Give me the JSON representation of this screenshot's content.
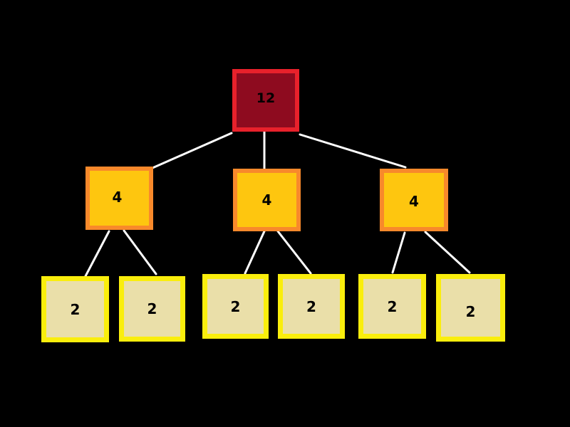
{
  "diagram": {
    "type": "tree",
    "description": "Three-level recursion tree on black background: root 12 splits into three 4s, each 4 splits into two 2s",
    "tree": {
      "root": {
        "value": "12"
      },
      "branches": [
        {
          "value": "4"
        },
        {
          "value": "4"
        },
        {
          "value": "4"
        }
      ],
      "leaves": [
        {
          "value": "2"
        },
        {
          "value": "2"
        },
        {
          "value": "2"
        },
        {
          "value": "2"
        },
        {
          "value": "2"
        },
        {
          "value": "2"
        }
      ],
      "edges": [
        {
          "from": "root",
          "to": "branch-0"
        },
        {
          "from": "root",
          "to": "branch-1"
        },
        {
          "from": "root",
          "to": "branch-2"
        },
        {
          "from": "branch-0",
          "to": "leaf-0"
        },
        {
          "from": "branch-0",
          "to": "leaf-1"
        },
        {
          "from": "branch-1",
          "to": "leaf-2"
        },
        {
          "from": "branch-1",
          "to": "leaf-3"
        },
        {
          "from": "branch-2",
          "to": "leaf-4"
        },
        {
          "from": "branch-2",
          "to": "leaf-5"
        }
      ]
    },
    "colors": {
      "background": "#000000",
      "root_fill": "#8E0B1F",
      "root_border": "#E8212B",
      "branch_fill": "#FEC60F",
      "branch_border": "#F8892B",
      "leaf_fill": "#EADFA9",
      "leaf_border": "#FAEE0C",
      "edge_line": "#FFFFFF",
      "text": "#000000"
    }
  }
}
